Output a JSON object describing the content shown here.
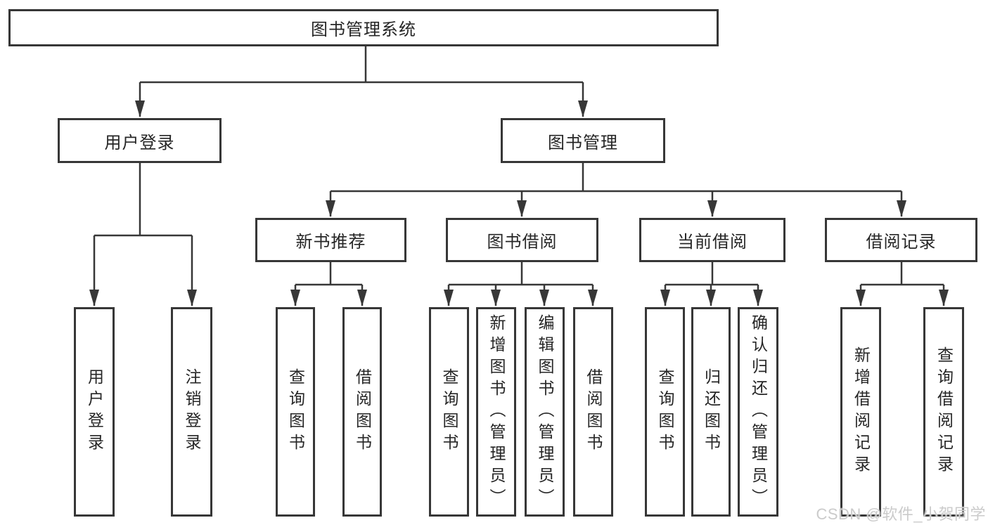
{
  "nodes": {
    "root": {
      "label": "图书管理系统"
    },
    "user_login": {
      "label": "用户登录"
    },
    "book_mgmt": {
      "label": "图书管理"
    },
    "new_book_rec": {
      "label": "新书推荐"
    },
    "book_borrow": {
      "label": "图书借阅"
    },
    "current_borrow": {
      "label": "当前借阅"
    },
    "borrow_records": {
      "label": "借阅记录"
    },
    "leaf_user_login": {
      "label": "用户登录"
    },
    "leaf_logout": {
      "label": "注销登录"
    },
    "leaf_query_book_1": {
      "label": "查询图书"
    },
    "leaf_borrow_book_1": {
      "label": "借阅图书"
    },
    "leaf_query_book_2": {
      "label": "查询图书"
    },
    "leaf_add_book": {
      "label": "新增图书（管理员）"
    },
    "leaf_edit_book": {
      "label": "编辑图书（管理员）"
    },
    "leaf_borrow_book_2": {
      "label": "借阅图书"
    },
    "leaf_query_book_3": {
      "label": "查询图书"
    },
    "leaf_return_book": {
      "label": "归还图书"
    },
    "leaf_confirm_return": {
      "label": "确认归还（管理员）"
    },
    "leaf_add_borrow_record": {
      "label": "新增借阅记录"
    },
    "leaf_query_borrow_record": {
      "label": "查询借阅记录"
    }
  },
  "watermark": {
    "text": "CSDN @软件_小贺同学"
  },
  "colors": {
    "background": "#ffffff",
    "line": "#373737",
    "text": "#262626",
    "watermark": "#cbcbcb"
  }
}
